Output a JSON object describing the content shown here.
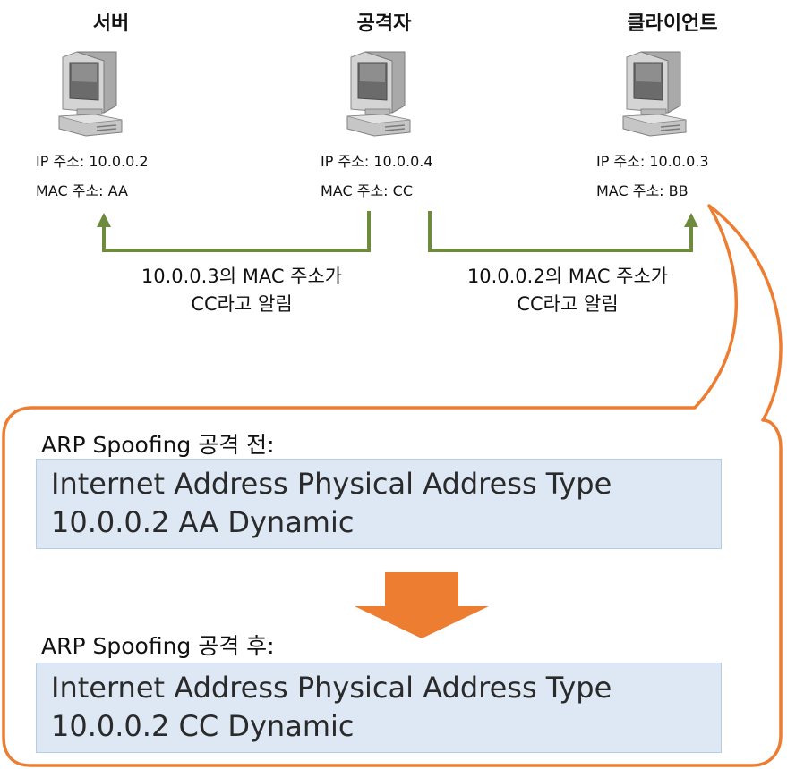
{
  "nodes": [
    {
      "title": "서버",
      "ip_line": "IP 주소: 10.0.0.2",
      "mac_line": "MAC 주소: AA"
    },
    {
      "title": "공격자",
      "ip_line": "IP 주소: 10.0.0.4",
      "mac_line": "MAC 주소: CC"
    },
    {
      "title": "클라이언트",
      "ip_line": "IP 주소: 10.0.0.3",
      "mac_line": "MAC 주소: BB"
    }
  ],
  "messages": [
    {
      "line1": "10.0.0.3의 MAC 주소가",
      "line2": "CC라고 알림"
    },
    {
      "line1": "10.0.0.2의 MAC 주소가",
      "line2": "CC라고 알림"
    }
  ],
  "before": {
    "label": "ARP Spoofing 공격 전:",
    "header": "Internet Address Physical Address Type",
    "row": "10.0.0.2 AA Dynamic"
  },
  "after": {
    "label": "ARP Spoofing 공격 후:",
    "header": "Internet Address Physical Address Type",
    "row": "10.0.0.2 CC Dynamic"
  },
  "colors": {
    "arrow_green": "#6e8b3d",
    "callout_orange": "#ed7d31",
    "table_fill": "#dde8f4",
    "table_border": "#b6cde4"
  },
  "icons": [
    "computer-icon"
  ]
}
